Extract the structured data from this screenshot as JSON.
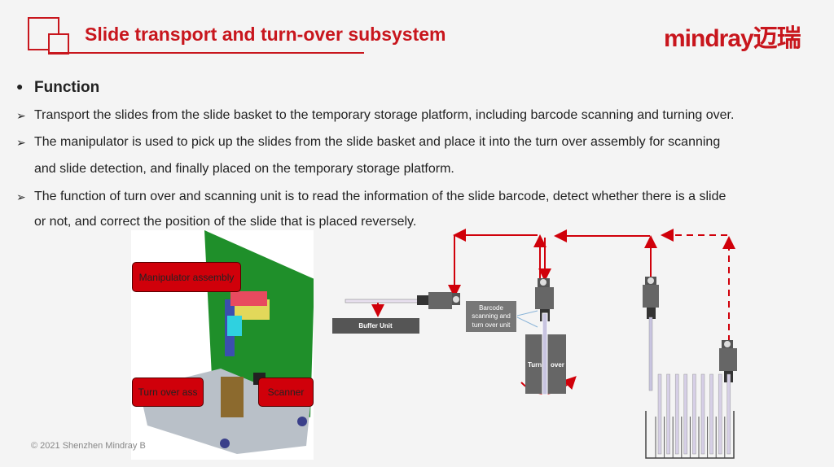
{
  "header": {
    "title": "Slide transport and turn-over subsystem",
    "logo": "mindray迈瑞"
  },
  "section": {
    "heading": "Function"
  },
  "bullets": [
    "Transport the slides from the slide basket to the temporary storage platform, including barcode scanning and turning over.",
    "The manipulator is used to pick up the slides from the slide basket and place it into the turn over assembly for scanning",
    "and slide detection, and finally placed on the temporary storage platform.",
    "The function of turn over and scanning unit is to read the information of the slide barcode, detect whether there is a slide",
    "or not, and correct the position of the slide that is placed reversely."
  ],
  "figure": {
    "callouts": {
      "manipulator": "Manipulator assembly",
      "turnover": "Turn over ass",
      "scanner": "Scanner"
    }
  },
  "diagram": {
    "buffer_unit": "Buffer Unit",
    "scan_unit": [
      "Barcode",
      "scanning and",
      "turn over unit"
    ],
    "turn": "Turn",
    "over": "over"
  },
  "footer": {
    "copyright": "© 2021 Shenzhen Mindray B"
  },
  "colors": {
    "brand": "#c8161d",
    "arrow": "#d0000a"
  }
}
